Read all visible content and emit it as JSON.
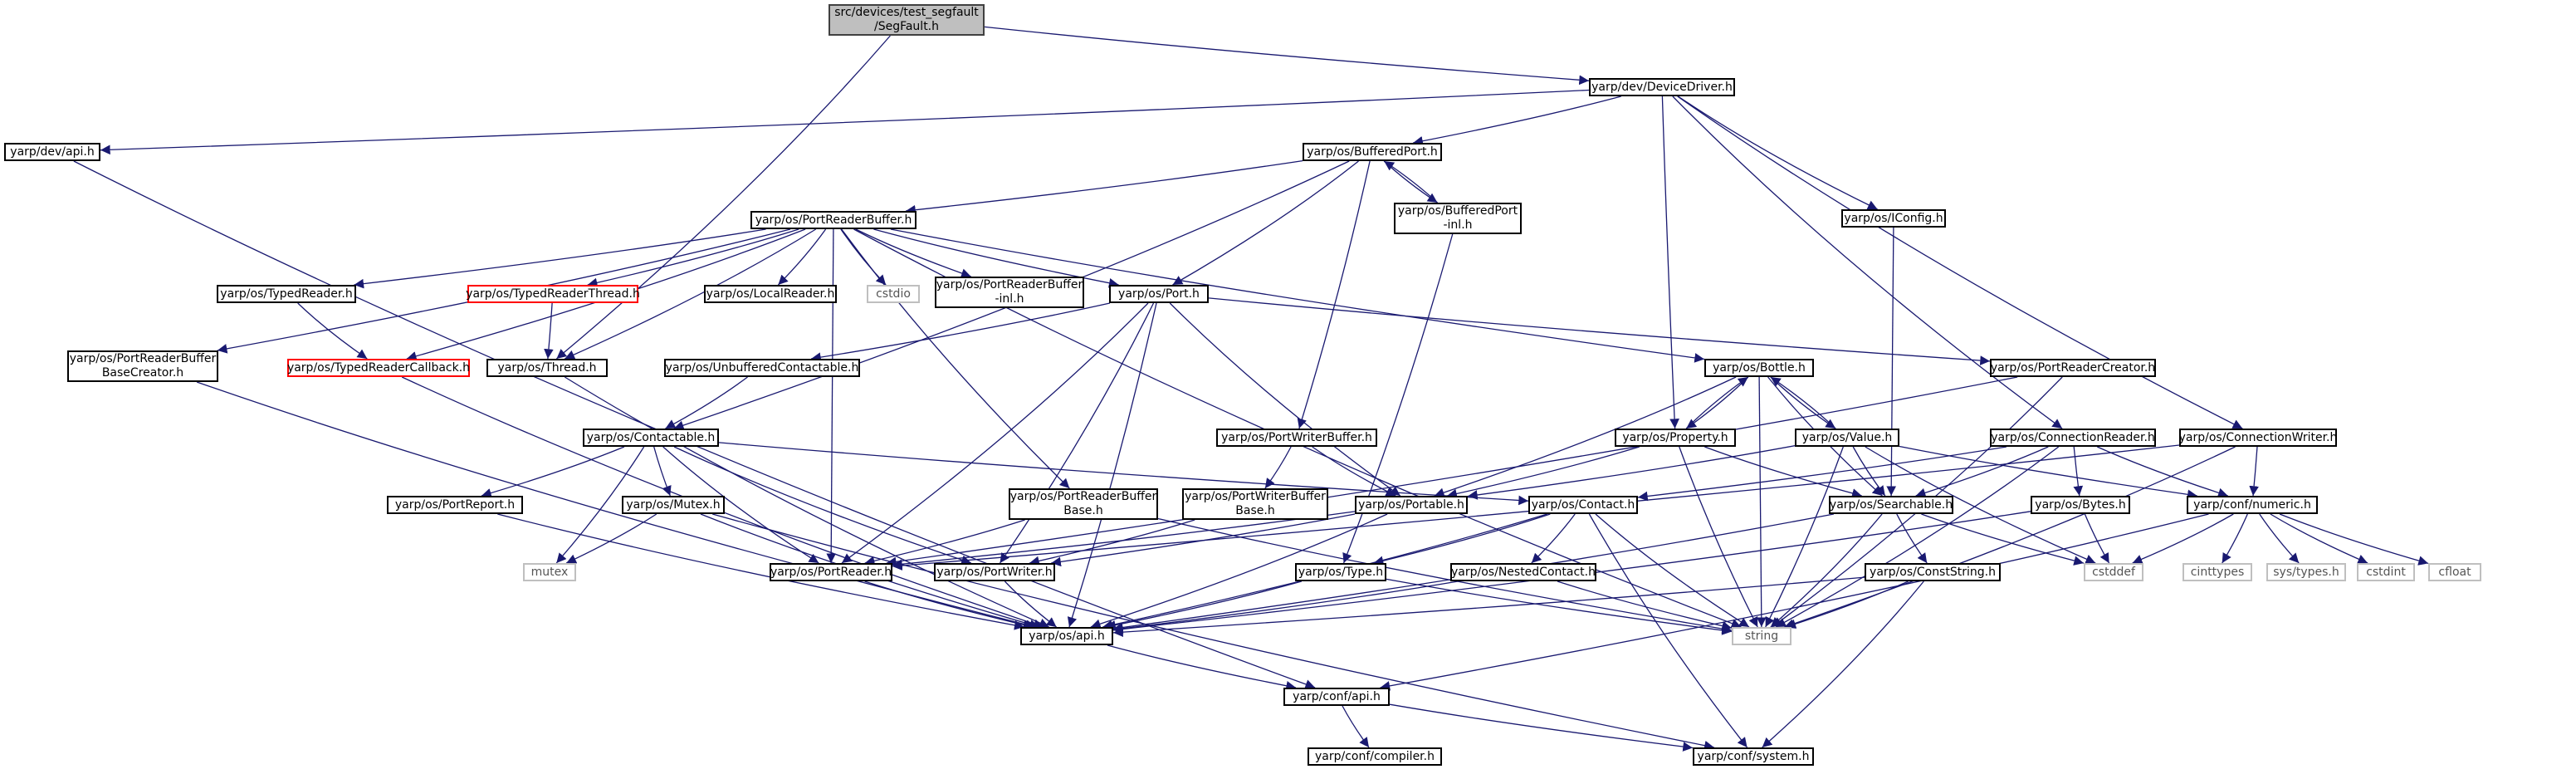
{
  "graph": {
    "colors": {
      "edge": "#191970",
      "node_border": "#000000",
      "root_fill": "#bfbfbf",
      "missing_border": "#bfbfbf",
      "truncated_border": "#ff0000"
    },
    "nodes": [
      {
        "id": "segfault",
        "label": "src/devices/test_segfault\n/SegFault.h",
        "kind": "root"
      },
      {
        "id": "devicedriver",
        "label": "yarp/dev/DeviceDriver.h",
        "kind": "normal"
      },
      {
        "id": "devapi",
        "label": "yarp/dev/api.h",
        "kind": "normal"
      },
      {
        "id": "bufferedport",
        "label": "yarp/os/BufferedPort.h",
        "kind": "normal"
      },
      {
        "id": "bufferedportinl",
        "label": "yarp/os/BufferedPort\n-inl.h",
        "kind": "normal"
      },
      {
        "id": "iconfig",
        "label": "yarp/os/IConfig.h",
        "kind": "normal"
      },
      {
        "id": "portreaderbuffer",
        "label": "yarp/os/PortReaderBuffer.h",
        "kind": "normal"
      },
      {
        "id": "typedreader",
        "label": "yarp/os/TypedReader.h",
        "kind": "normal"
      },
      {
        "id": "typedreaderthread",
        "label": "yarp/os/TypedReaderThread.h",
        "kind": "truncated"
      },
      {
        "id": "localreader",
        "label": "yarp/os/LocalReader.h",
        "kind": "normal"
      },
      {
        "id": "cstdio",
        "label": "cstdio",
        "kind": "missing"
      },
      {
        "id": "portreaderbufferinl",
        "label": "yarp/os/PortReaderBuffer\n-inl.h",
        "kind": "normal"
      },
      {
        "id": "port",
        "label": "yarp/os/Port.h",
        "kind": "normal"
      },
      {
        "id": "prbbasecreator",
        "label": "yarp/os/PortReaderBuffer\nBaseCreator.h",
        "kind": "normal"
      },
      {
        "id": "typedreadercallback",
        "label": "yarp/os/TypedReaderCallback.h",
        "kind": "truncated"
      },
      {
        "id": "thread",
        "label": "yarp/os/Thread.h",
        "kind": "normal"
      },
      {
        "id": "unbufferedcontactable",
        "label": "yarp/os/UnbufferedContactable.h",
        "kind": "normal"
      },
      {
        "id": "bottle",
        "label": "yarp/os/Bottle.h",
        "kind": "normal"
      },
      {
        "id": "portreadercreator",
        "label": "yarp/os/PortReaderCreator.h",
        "kind": "normal"
      },
      {
        "id": "contactable",
        "label": "yarp/os/Contactable.h",
        "kind": "normal"
      },
      {
        "id": "portwriterbuffer",
        "label": "yarp/os/PortWriterBuffer.h",
        "kind": "normal"
      },
      {
        "id": "property",
        "label": "yarp/os/Property.h",
        "kind": "normal"
      },
      {
        "id": "value",
        "label": "yarp/os/Value.h",
        "kind": "normal"
      },
      {
        "id": "connectionreader",
        "label": "yarp/os/ConnectionReader.h",
        "kind": "normal"
      },
      {
        "id": "connectionwriter",
        "label": "yarp/os/ConnectionWriter.h",
        "kind": "normal"
      },
      {
        "id": "portreport",
        "label": "yarp/os/PortReport.h",
        "kind": "normal"
      },
      {
        "id": "mutexh",
        "label": "yarp/os/Mutex.h",
        "kind": "normal"
      },
      {
        "id": "prbbase",
        "label": "yarp/os/PortReaderBuffer\nBase.h",
        "kind": "normal"
      },
      {
        "id": "pwbbase",
        "label": "yarp/os/PortWriterBuffer\nBase.h",
        "kind": "normal"
      },
      {
        "id": "portable",
        "label": "yarp/os/Portable.h",
        "kind": "normal"
      },
      {
        "id": "contact",
        "label": "yarp/os/Contact.h",
        "kind": "normal"
      },
      {
        "id": "searchable",
        "label": "yarp/os/Searchable.h",
        "kind": "normal"
      },
      {
        "id": "bytes",
        "label": "yarp/os/Bytes.h",
        "kind": "normal"
      },
      {
        "id": "numeric",
        "label": "yarp/conf/numeric.h",
        "kind": "normal"
      },
      {
        "id": "mutex",
        "label": "mutex",
        "kind": "missing"
      },
      {
        "id": "portreader",
        "label": "yarp/os/PortReader.h",
        "kind": "normal"
      },
      {
        "id": "portwriter",
        "label": "yarp/os/PortWriter.h",
        "kind": "normal"
      },
      {
        "id": "type",
        "label": "yarp/os/Type.h",
        "kind": "normal"
      },
      {
        "id": "nestedcontact",
        "label": "yarp/os/NestedContact.h",
        "kind": "normal"
      },
      {
        "id": "conststring",
        "label": "yarp/os/ConstString.h",
        "kind": "normal"
      },
      {
        "id": "cstddef",
        "label": "cstddef",
        "kind": "missing"
      },
      {
        "id": "cinttypes",
        "label": "cinttypes",
        "kind": "missing"
      },
      {
        "id": "systypes",
        "label": "sys/types.h",
        "kind": "missing"
      },
      {
        "id": "cstdint",
        "label": "cstdint",
        "kind": "missing"
      },
      {
        "id": "cfloat",
        "label": "cfloat",
        "kind": "missing"
      },
      {
        "id": "string",
        "label": "string",
        "kind": "missing"
      },
      {
        "id": "osapi",
        "label": "yarp/os/api.h",
        "kind": "normal"
      },
      {
        "id": "confapi",
        "label": "yarp/conf/api.h",
        "kind": "normal"
      },
      {
        "id": "compiler",
        "label": "yarp/conf/compiler.h",
        "kind": "normal"
      },
      {
        "id": "system",
        "label": "yarp/conf/system.h",
        "kind": "normal"
      }
    ],
    "edges": [
      [
        "segfault",
        "devicedriver"
      ],
      [
        "segfault",
        "thread"
      ],
      [
        "devicedriver",
        "devapi"
      ],
      [
        "devicedriver",
        "bufferedport"
      ],
      [
        "devicedriver",
        "property"
      ],
      [
        "devicedriver",
        "iconfig"
      ],
      [
        "devicedriver",
        "connectionreader"
      ],
      [
        "devicedriver",
        "connectionwriter"
      ],
      [
        "devapi",
        "confapi"
      ],
      [
        "bufferedport",
        "portreaderbuffer"
      ],
      [
        "bufferedport",
        "bufferedportinl"
      ],
      [
        "bufferedport",
        "port"
      ],
      [
        "bufferedport",
        "portwriterbuffer"
      ],
      [
        "bufferedport",
        "contactable"
      ],
      [
        "bufferedportinl",
        "bufferedport"
      ],
      [
        "bufferedportinl",
        "type"
      ],
      [
        "iconfig",
        "searchable"
      ],
      [
        "portreaderbuffer",
        "typedreader"
      ],
      [
        "portreaderbuffer",
        "typedreaderthread"
      ],
      [
        "portreaderbuffer",
        "localreader"
      ],
      [
        "portreaderbuffer",
        "cstdio"
      ],
      [
        "portreaderbuffer",
        "portreaderbufferinl"
      ],
      [
        "portreaderbuffer",
        "port"
      ],
      [
        "portreaderbuffer",
        "prbbasecreator"
      ],
      [
        "portreaderbuffer",
        "typedreadercallback"
      ],
      [
        "portreaderbuffer",
        "thread"
      ],
      [
        "portreaderbuffer",
        "bottle"
      ],
      [
        "portreaderbuffer",
        "prbbase"
      ],
      [
        "portreaderbuffer",
        "portreader"
      ],
      [
        "portreaderbuffer",
        "string"
      ],
      [
        "typedreader",
        "typedreadercallback"
      ],
      [
        "typedreaderthread",
        "thread"
      ],
      [
        "port",
        "unbufferedcontactable"
      ],
      [
        "port",
        "portreadercreator"
      ],
      [
        "port",
        "portable"
      ],
      [
        "port",
        "portreader"
      ],
      [
        "port",
        "portwriter"
      ],
      [
        "port",
        "osapi"
      ],
      [
        "prbbasecreator",
        "osapi"
      ],
      [
        "typedreadercallback",
        "osapi"
      ],
      [
        "thread",
        "osapi"
      ],
      [
        "unbufferedcontactable",
        "contactable"
      ],
      [
        "bottle",
        "property"
      ],
      [
        "bottle",
        "value"
      ],
      [
        "bottle",
        "portable"
      ],
      [
        "bottle",
        "searchable"
      ],
      [
        "bottle",
        "string"
      ],
      [
        "portreadercreator",
        "portreader"
      ],
      [
        "portreadercreator",
        "string"
      ],
      [
        "contactable",
        "portreport"
      ],
      [
        "contactable",
        "mutexh"
      ],
      [
        "contactable",
        "mutex"
      ],
      [
        "contactable",
        "portreader"
      ],
      [
        "contactable",
        "portwriter"
      ],
      [
        "contactable",
        "contact"
      ],
      [
        "portwriterbuffer",
        "pwbbase"
      ],
      [
        "portwriterbuffer",
        "portable"
      ],
      [
        "property",
        "bottle"
      ],
      [
        "property",
        "portable"
      ],
      [
        "property",
        "searchable"
      ],
      [
        "property",
        "string"
      ],
      [
        "value",
        "bottle"
      ],
      [
        "value",
        "portable"
      ],
      [
        "value",
        "searchable"
      ],
      [
        "value",
        "numeric"
      ],
      [
        "value",
        "cstddef"
      ],
      [
        "value",
        "string"
      ],
      [
        "connectionreader",
        "contact"
      ],
      [
        "connectionreader",
        "searchable"
      ],
      [
        "connectionreader",
        "bytes"
      ],
      [
        "connectionreader",
        "numeric"
      ],
      [
        "connectionreader",
        "string"
      ],
      [
        "connectionwriter",
        "numeric"
      ],
      [
        "connectionwriter",
        "portreader"
      ],
      [
        "connectionwriter",
        "string"
      ],
      [
        "portreport",
        "osapi"
      ],
      [
        "mutexh",
        "mutex"
      ],
      [
        "mutexh",
        "osapi"
      ],
      [
        "mutexh",
        "system"
      ],
      [
        "prbbase",
        "portreader"
      ],
      [
        "prbbase",
        "string"
      ],
      [
        "pwbbase",
        "portwriter"
      ],
      [
        "portable",
        "portreader"
      ],
      [
        "portable",
        "portwriter"
      ],
      [
        "portable",
        "osapi"
      ],
      [
        "contact",
        "type"
      ],
      [
        "contact",
        "nestedcontact"
      ],
      [
        "contact",
        "osapi"
      ],
      [
        "contact",
        "string"
      ],
      [
        "contact",
        "system"
      ],
      [
        "searchable",
        "conststring"
      ],
      [
        "searchable",
        "cstddef"
      ],
      [
        "searchable",
        "string"
      ],
      [
        "searchable",
        "osapi"
      ],
      [
        "bytes",
        "cstddef"
      ],
      [
        "bytes",
        "osapi"
      ],
      [
        "numeric",
        "cstddef"
      ],
      [
        "numeric",
        "cinttypes"
      ],
      [
        "numeric",
        "systypes"
      ],
      [
        "numeric",
        "cstdint"
      ],
      [
        "numeric",
        "cfloat"
      ],
      [
        "numeric",
        "confapi"
      ],
      [
        "portreader",
        "osapi"
      ],
      [
        "portwriter",
        "osapi"
      ],
      [
        "type",
        "osapi"
      ],
      [
        "type",
        "string"
      ],
      [
        "nestedcontact",
        "osapi"
      ],
      [
        "nestedcontact",
        "string"
      ],
      [
        "conststring",
        "osapi"
      ],
      [
        "conststring",
        "string"
      ],
      [
        "conststring",
        "system"
      ],
      [
        "osapi",
        "confapi"
      ],
      [
        "confapi",
        "compiler"
      ],
      [
        "confapi",
        "system"
      ]
    ]
  }
}
